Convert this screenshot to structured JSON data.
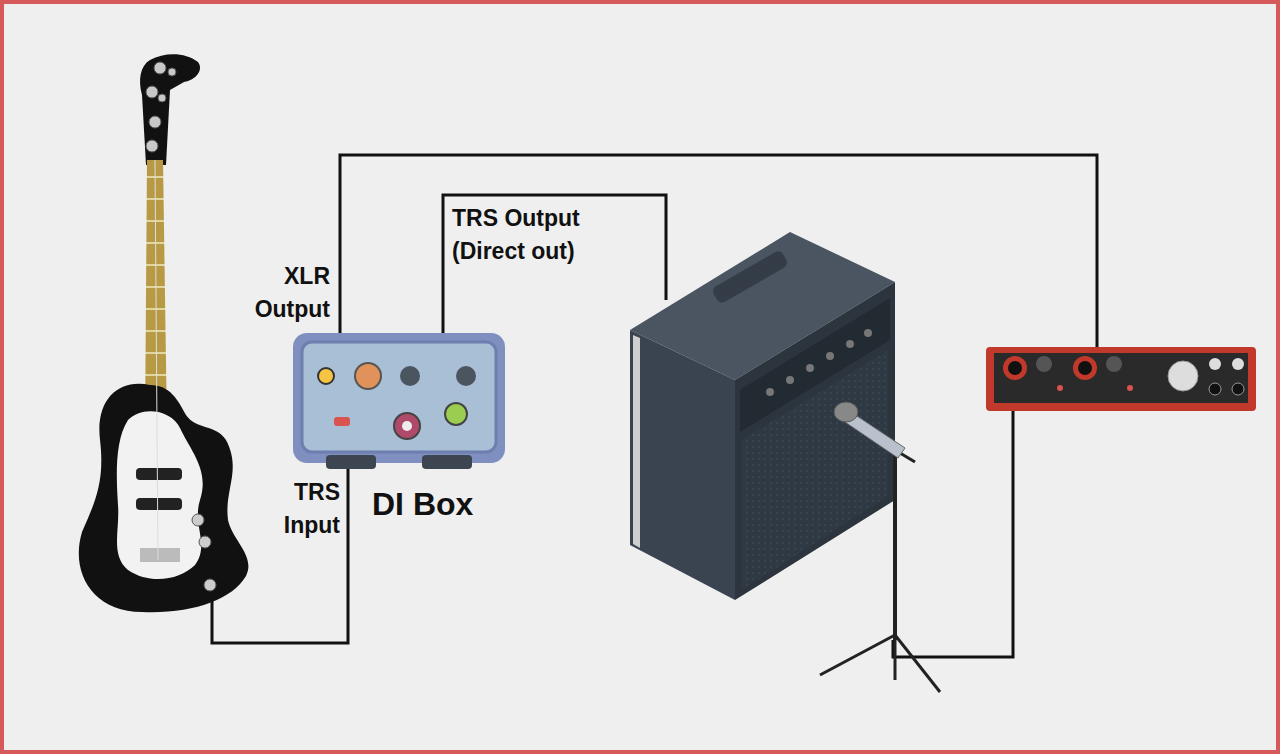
{
  "diagram": {
    "labels": [
      "XLR Output",
      "TRS Output (Direct out)",
      "TRS Input",
      "DI Box"
    ]
  }
}
